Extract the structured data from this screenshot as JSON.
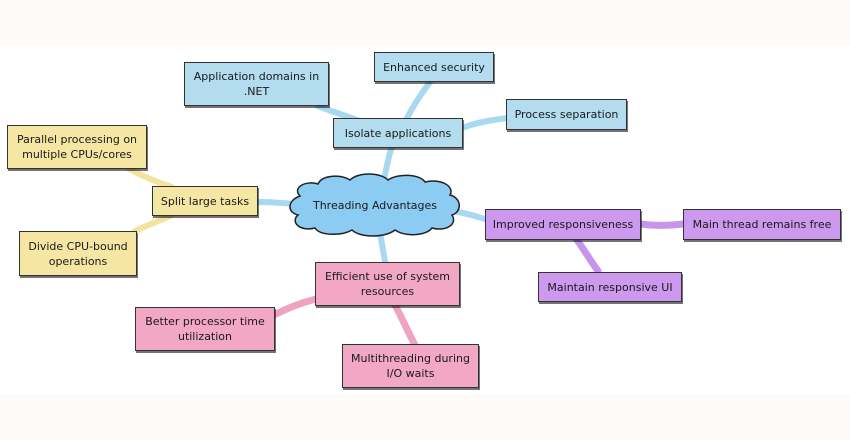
{
  "title": "Threading Advantages",
  "colors": {
    "background": "#fcfbf8",
    "canvas": "#ffffff",
    "root_fill": "#8ccbf2",
    "blue_branch": "#b3dcef",
    "blue_link": "#a8d8f2",
    "yellow_branch": "#f5e6a3",
    "yellow_link": "#f3e3a0",
    "purple_branch": "#cc99ee",
    "purple_link": "#c895ec",
    "pink_branch": "#f2a7c4",
    "pink_link": "#f0a3c1"
  },
  "root": {
    "label": "Threading Advantages"
  },
  "branches": [
    {
      "label": "Isolate applications",
      "color": "blue",
      "children": [
        "Application domains in .NET",
        "Enhanced security",
        "Process separation"
      ]
    },
    {
      "label": "Split large tasks",
      "color": "yellow",
      "children": [
        "Parallel processing on multiple CPUs/cores",
        "Divide CPU-bound operations"
      ]
    },
    {
      "label": "Improved responsiveness",
      "color": "purple",
      "children": [
        "Main thread remains free",
        "Maintain responsive UI"
      ]
    },
    {
      "label": "Efficient use of system resources",
      "color": "pink",
      "children": [
        "Better processor time utilization",
        "Multithreading during I/O waits"
      ]
    }
  ]
}
